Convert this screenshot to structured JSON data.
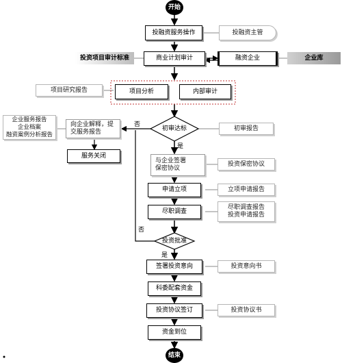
{
  "flow": {
    "start": "开始",
    "end": "结束",
    "step1": "投融资服务操作",
    "step1_note": "投融资主管",
    "review": "商业计划审计",
    "review_left": "投资项目审计标准",
    "enterprise": "融资企业",
    "enterprise_right": "企业库",
    "analysis": "项目分析",
    "audit": "内部审计",
    "analysis_note": "项目研究报告",
    "prelim": "初审达标",
    "prelim_note": "初审报告",
    "explain_line1": "向企业解释，提",
    "explain_line2": "交服务报告",
    "explain_note1": "企业服务报告",
    "explain_note2": "企业档案",
    "explain_note3": "融资案例分析报告",
    "close_service": "服务关闭",
    "nda_line1": "与企业签署",
    "nda_line2": "保密协议",
    "nda_note": "投资保密协议",
    "apply": "申请立项",
    "apply_note": "立项申请报告",
    "due": "尽职调查",
    "due_note1": "尽职调查报告",
    "due_note2": "投资申请报告",
    "approve": "投资批准",
    "intent": "签署投资意向",
    "intent_note": "投资意向书",
    "funds": "科委配套资金",
    "sign": "投资协议签订",
    "sign_note": "投资协议书",
    "arrive": "资金到位",
    "yes1": "是",
    "no1": "否",
    "yes2": "是",
    "no2": "否"
  }
}
